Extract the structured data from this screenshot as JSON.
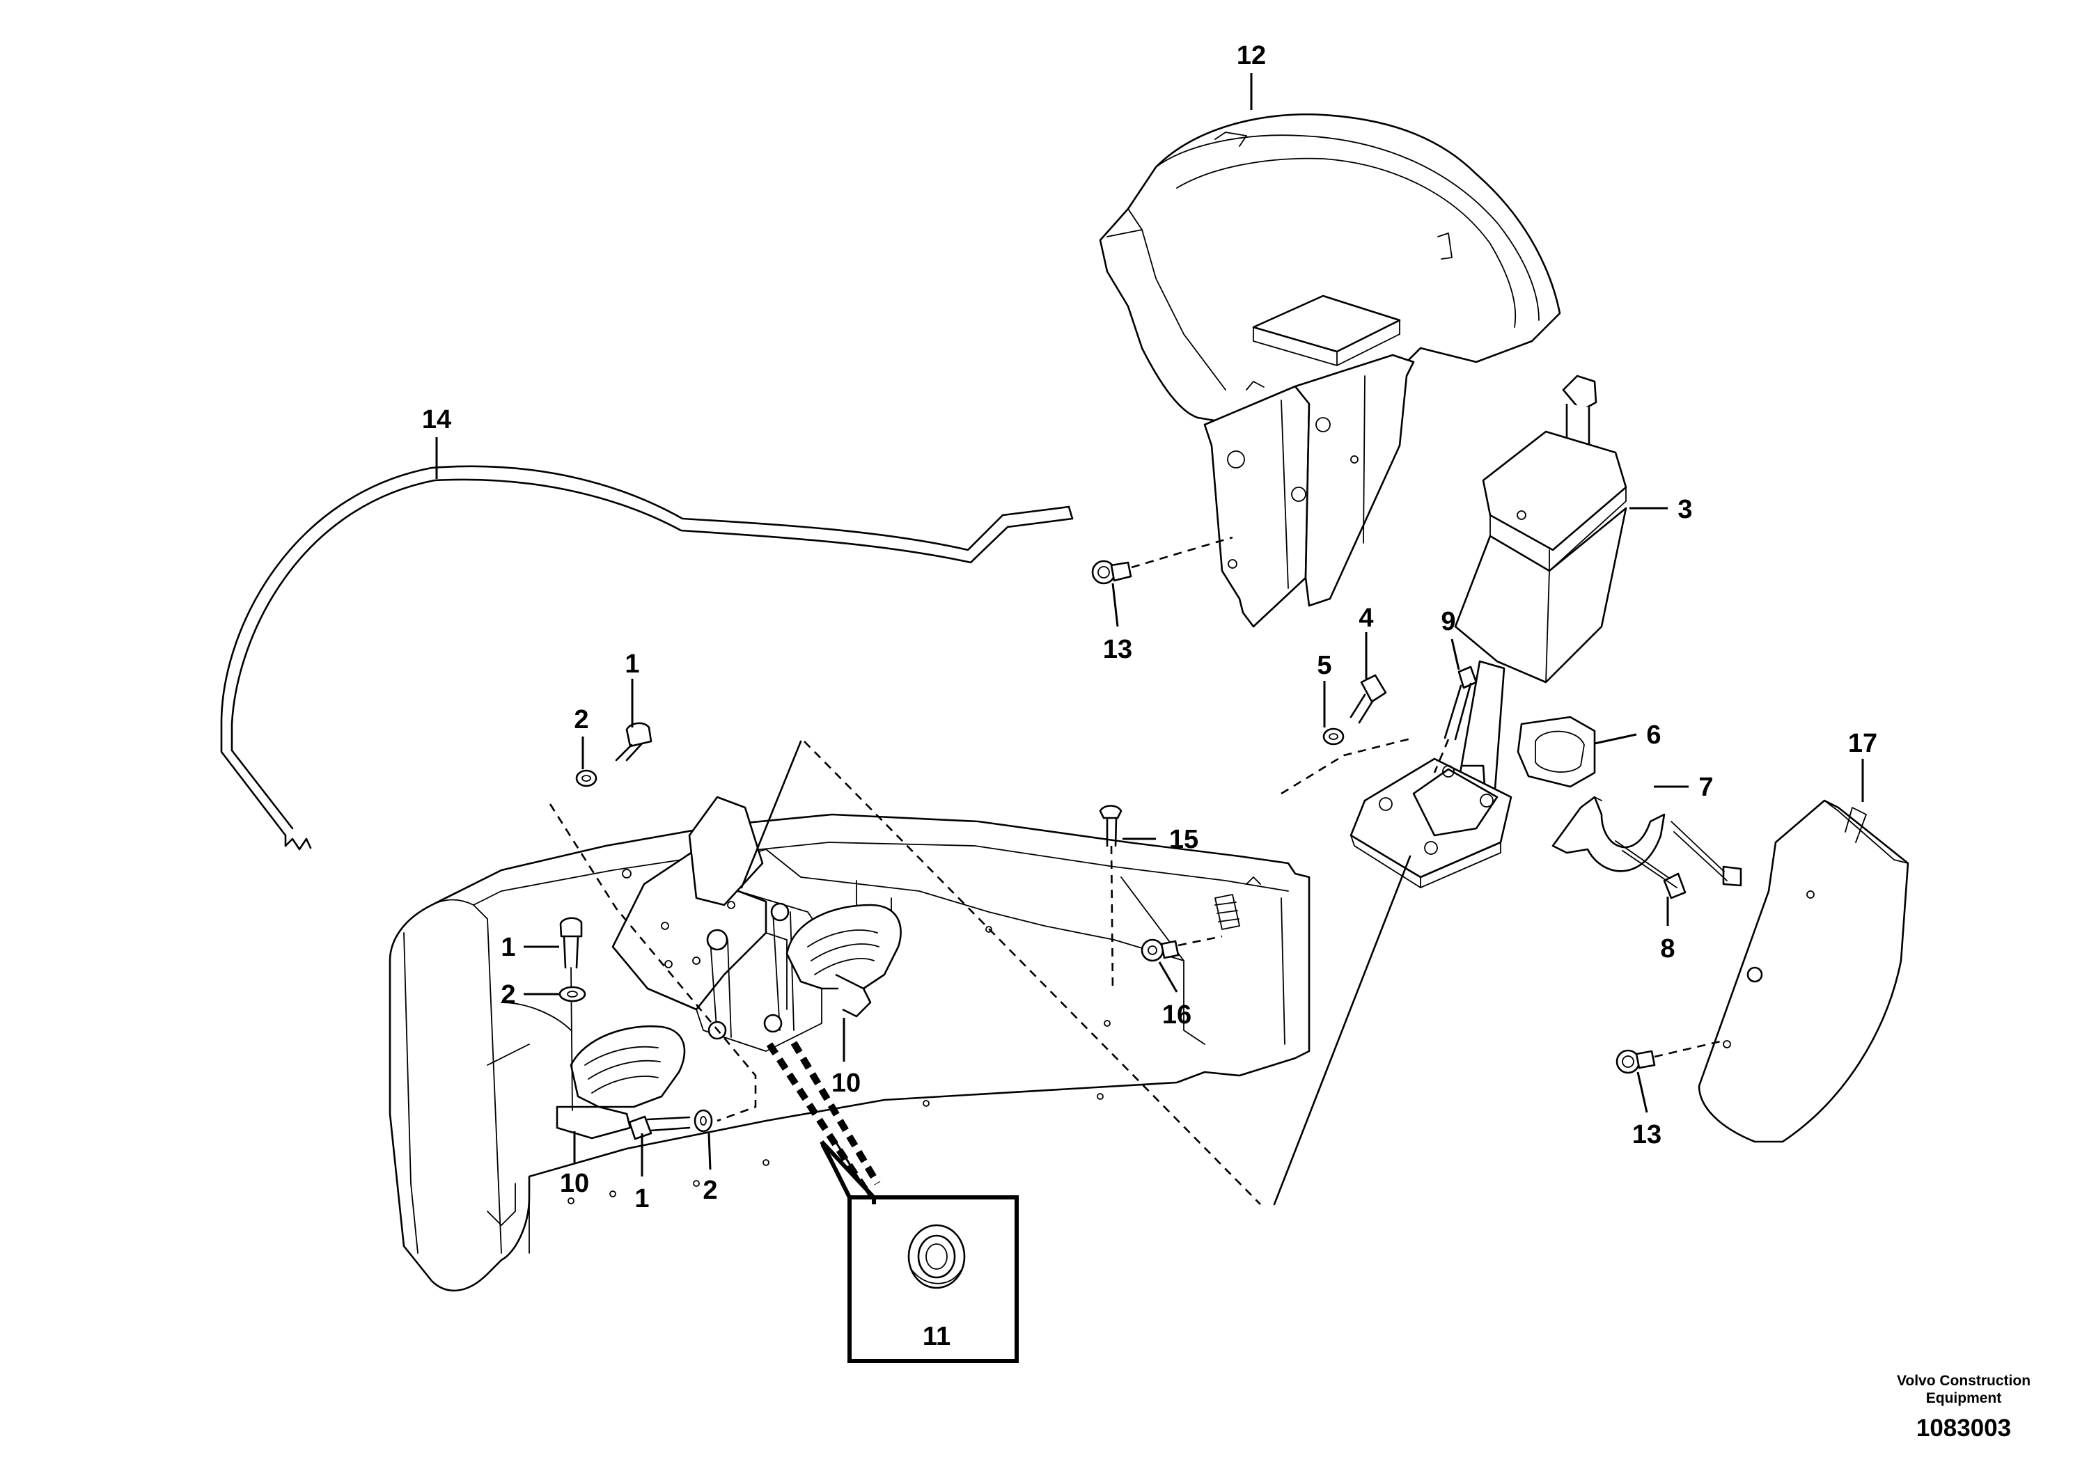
{
  "callouts": {
    "c1a": "1",
    "c2a": "2",
    "c1b": "1",
    "c2b": "2",
    "c1c": "1",
    "c2c": "2",
    "c3": "3",
    "c4": "4",
    "c5": "5",
    "c6": "6",
    "c7": "7",
    "c8": "8",
    "c9": "9",
    "c10a": "10",
    "c10b": "10",
    "c11": "11",
    "c12": "12",
    "c13a": "13",
    "c13b": "13",
    "c14": "14",
    "c15": "15",
    "c16": "16",
    "c17": "17"
  },
  "caption": {
    "brand_line1": "Volvo Construction",
    "brand_line2": "Equipment",
    "drawing_number": "1083003"
  }
}
